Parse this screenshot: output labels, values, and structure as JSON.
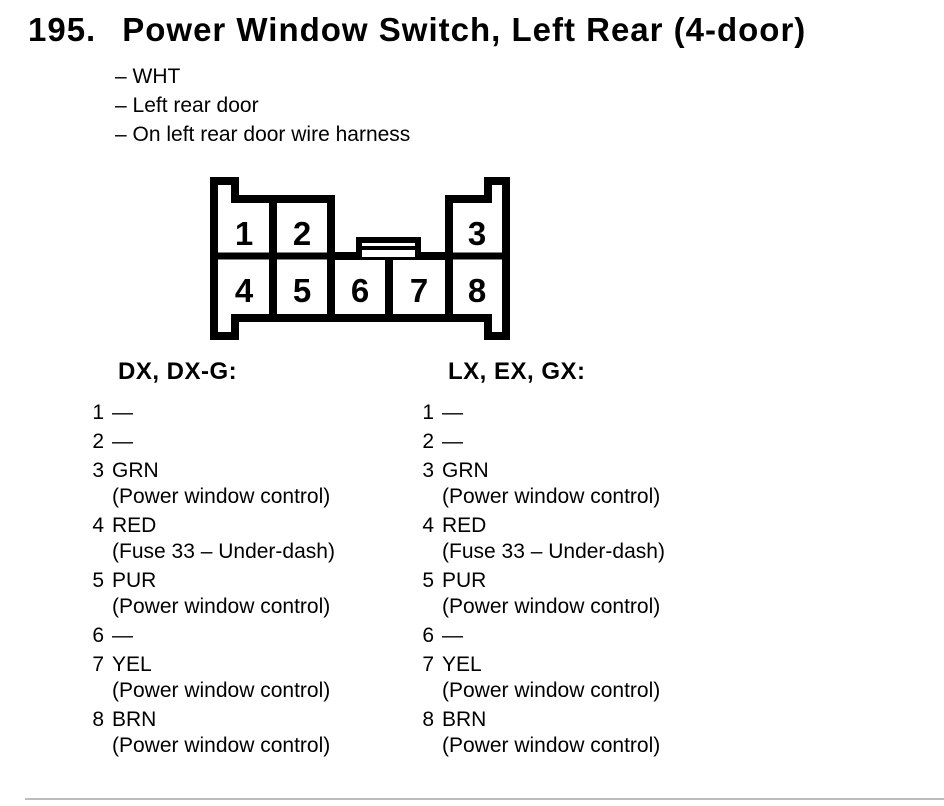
{
  "page": {
    "title_number": "195.",
    "title_text": "Power Window Switch, Left Rear (4-door)",
    "notes": [
      "– WHT",
      "– Left rear door",
      "– On left rear door wire harness"
    ]
  },
  "connector": {
    "description": "8-cavity connector, front view, two rows with corner tabs and center key",
    "pins_top": [
      "1",
      "2",
      "3"
    ],
    "pins_bottom": [
      "4",
      "5",
      "6",
      "7",
      "8"
    ]
  },
  "columns": [
    {
      "heading": "DX, DX-G:",
      "pins": [
        {
          "num": "1",
          "wire": "—",
          "desc": ""
        },
        {
          "num": "2",
          "wire": "—",
          "desc": ""
        },
        {
          "num": "3",
          "wire": "GRN",
          "desc": "(Power window control)"
        },
        {
          "num": "4",
          "wire": "RED",
          "desc": "(Fuse 33 – Under-dash)"
        },
        {
          "num": "5",
          "wire": "PUR",
          "desc": "(Power window control)"
        },
        {
          "num": "6",
          "wire": "—",
          "desc": ""
        },
        {
          "num": "7",
          "wire": "YEL",
          "desc": "(Power window control)"
        },
        {
          "num": "8",
          "wire": "BRN",
          "desc": "(Power window control)"
        }
      ]
    },
    {
      "heading": "LX, EX, GX:",
      "pins": [
        {
          "num": "1",
          "wire": "—",
          "desc": ""
        },
        {
          "num": "2",
          "wire": "—",
          "desc": ""
        },
        {
          "num": "3",
          "wire": "GRN",
          "desc": "(Power window control)"
        },
        {
          "num": "4",
          "wire": "RED",
          "desc": "(Fuse 33 – Under-dash)"
        },
        {
          "num": "5",
          "wire": "PUR",
          "desc": "(Power window control)"
        },
        {
          "num": "6",
          "wire": "—",
          "desc": ""
        },
        {
          "num": "7",
          "wire": "YEL",
          "desc": "(Power window control)"
        },
        {
          "num": "8",
          "wire": "BRN",
          "desc": "(Power window control)"
        }
      ]
    }
  ],
  "colors": {
    "ink": "#000000",
    "paper": "#ffffff",
    "bottom_rule": "#bdbdbd"
  }
}
